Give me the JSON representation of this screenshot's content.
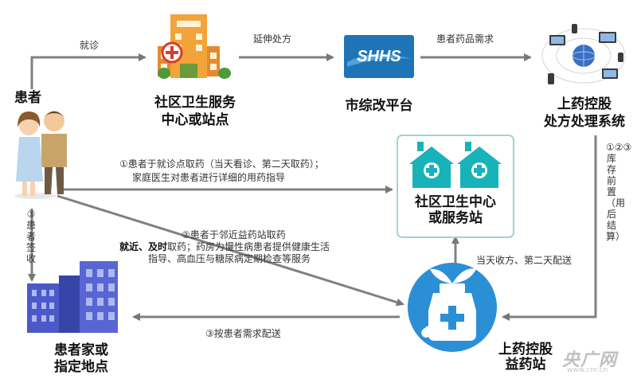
{
  "nodes": {
    "patient": "患者",
    "community_center": [
      "社区卫生服务",
      "中心或站点"
    ],
    "city_platform": "市综改平台",
    "prescription_system": [
      "上药控股",
      "处方处理系统"
    ],
    "community_box": [
      "社区卫生中心",
      "或服务站"
    ],
    "benefit_station": [
      "上药控股",
      "益药站"
    ],
    "home": [
      "患者家或",
      "指定地点"
    ]
  },
  "platform_logo_text": "SHHS",
  "edges": {
    "visit": "就诊",
    "extend_prescription": "延伸处方",
    "drug_demand": "患者药品需求",
    "pickup_note": [
      "①患者于就诊点取药（当天看诊、第二天取药）；",
      "家庭医生对患者进行详细的用药指导"
    ],
    "station_note_1": "②患者于邻近益药站取药",
    "station_note_2_bold": "就近、及时",
    "station_note_2_rest": "取药；药房为慢性病患者提供健康生活",
    "station_note_3": "指导、高血压与糖尿病定期检查等服务",
    "same_day": "当天收方、第二天配送",
    "deliver": "③按患者需求配送",
    "sign": "③患者签收",
    "stock": "①②③库存前置（用后结算）"
  },
  "watermark": {
    "main": "央广网",
    "sub": "www.cnr.cn"
  },
  "colors": {
    "arrow": "#777777",
    "teal": "#17b3b8",
    "blue": "#2b8fd6",
    "building": "#4b59c8"
  }
}
